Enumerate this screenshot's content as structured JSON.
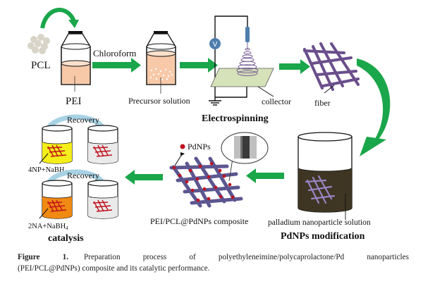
{
  "labels": {
    "pcl": "PCL",
    "pei": "PEI",
    "chloroform": "Chloroform",
    "precursor": "Precursor solution",
    "voltage": "V",
    "collector": "collector",
    "electrospinning": "Electrospinning",
    "fiber": "fiber",
    "palladium_solution": "palladium nanoparticle solution",
    "pdnps_modification": "PdNPs modification",
    "pdnps": "PdNPs",
    "composite": "PEI/PCL@PdNPs composite",
    "recovery_top": "Recovery",
    "recovery_bottom": "Recovery",
    "reaction_top": "4NP+NaBH",
    "reaction_top_sub": "4",
    "reaction_bottom": "2NA+NaBH",
    "reaction_bottom_sub": "4",
    "catalysis": "catalysis"
  },
  "caption": {
    "figure_label": "Figure 1.",
    "line1": "Preparation process of polyethyleneimine/polycaprolactone/Pd nanoparticles",
    "line2": "(PEI/PCL@PdNPs) composite and its catalytic performance."
  },
  "colors": {
    "arrow_green": "#1aa64a",
    "pei_solution": "#f7c9a8",
    "fiber_purple": "#6b4f8c",
    "pd_red": "#c0121e",
    "pd_solution": "#3e3623",
    "nitrophenol_yellow": "#f4ee1a",
    "nitroaniline_orange": "#f08a12",
    "recovery_blue": "#a8d2e4",
    "collector_green": "#d6e2b9",
    "needle_blue": "#4f7fae"
  }
}
